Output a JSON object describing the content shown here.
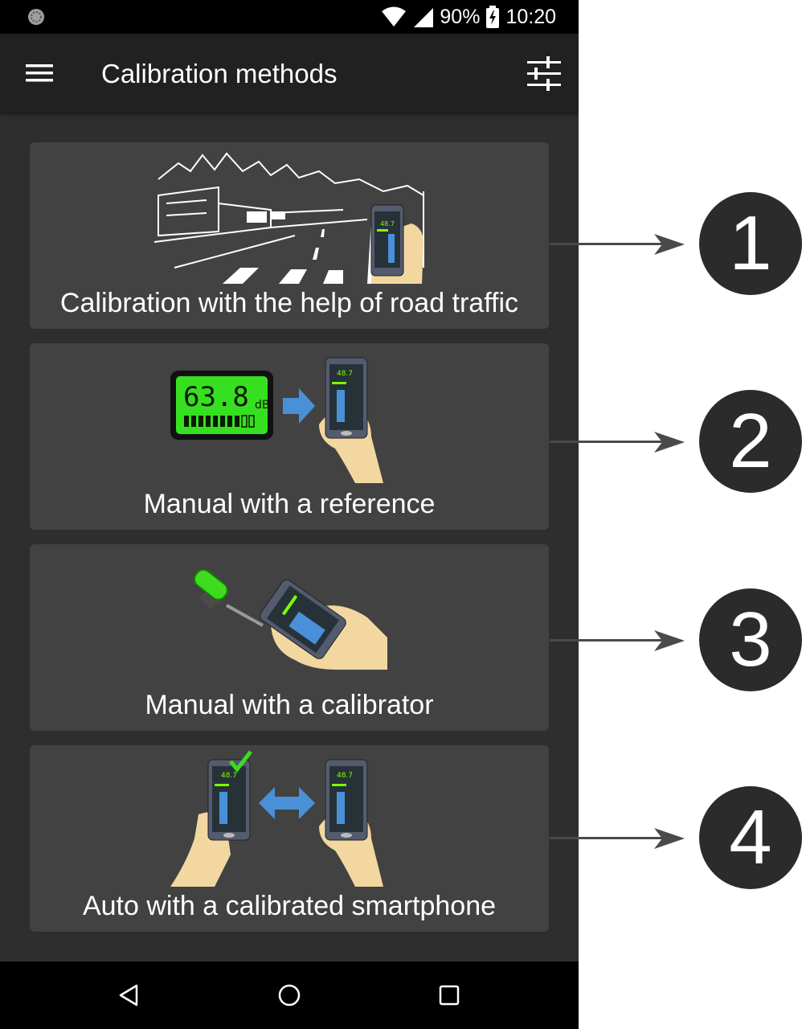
{
  "status_bar": {
    "battery": "90%",
    "time": "10:20"
  },
  "app_bar": {
    "title": "Calibration methods"
  },
  "cards": [
    {
      "label": "Calibration with the help of road traffic"
    },
    {
      "label": "Manual with a reference",
      "meter_reading": "63.8",
      "meter_unit": "dB"
    },
    {
      "label": "Manual with a calibrator"
    },
    {
      "label": "Auto with a calibrated smartphone"
    }
  ],
  "phone_reading": "48.7",
  "callouts": [
    "1",
    "2",
    "3",
    "4"
  ],
  "colors": {
    "background": "#2e2e2e",
    "card": "#424242",
    "app_bar": "#212121",
    "accent_green": "#7dff00",
    "arrow_blue": "#4a90d9",
    "callout_circle": "#2b2b2b"
  }
}
